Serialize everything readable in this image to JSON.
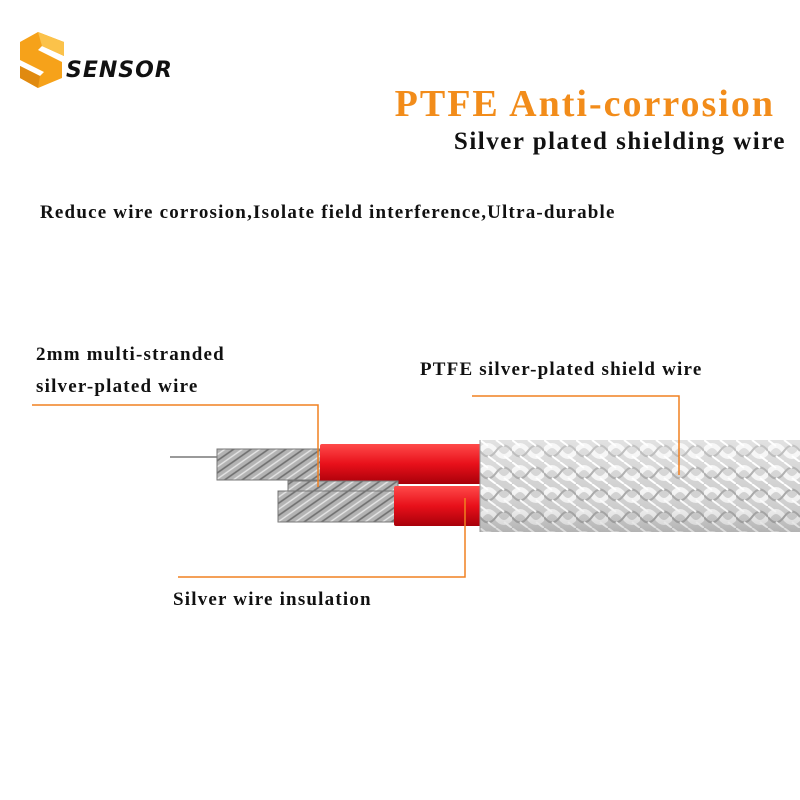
{
  "brand": {
    "name": "SENSOR",
    "logo_icon": "s-shield-logo-icon",
    "logo_color": "#f6a21a"
  },
  "header": {
    "title": "PTFE Anti-corrosion",
    "title_color": "#f28c1a",
    "subtitle": "Silver plated shielding wire"
  },
  "tagline": "Reduce wire corrosion,Isolate field interference,Ultra-durable",
  "callouts": {
    "strands_line1": "2mm multi-stranded",
    "strands_line2": "silver-plated wire",
    "shield": "PTFE silver-plated shield wire",
    "insulation": "Silver wire insulation"
  },
  "colors": {
    "leader_line": "#f08020",
    "insulation_red": "#e8101a",
    "braid_silver": "#d9d9d9",
    "strand_gray": "#8c8c8c"
  }
}
